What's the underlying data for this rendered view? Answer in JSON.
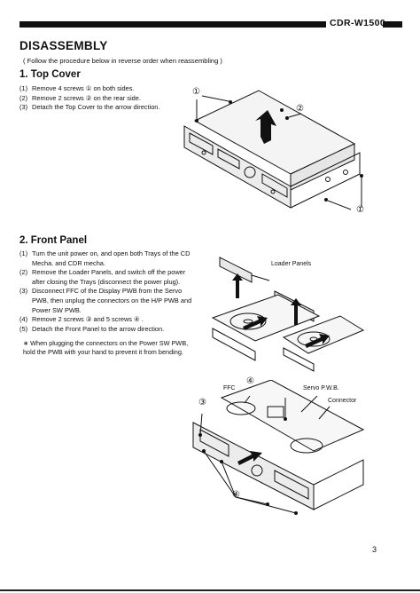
{
  "header": {
    "model": "CDR-W1500"
  },
  "title": "DISASSEMBLY",
  "note": "( Follow the procedure below in reverse order when reassembling )",
  "top_cover": {
    "heading": "1. Top Cover",
    "steps": [
      {
        "num": "(1)",
        "text": "Remove 4 screws ① on both sides."
      },
      {
        "num": "(2)",
        "text": "Remove 2 screws ② on the rear side."
      },
      {
        "num": "(3)",
        "text": "Detach the Top Cover to the arrow direction."
      }
    ],
    "callouts": {
      "screw1": "①",
      "screw2": "②"
    }
  },
  "front_panel": {
    "heading": "2. Front Panel",
    "steps": [
      {
        "num": "(1)",
        "text": "Turn the unit power on, and open both Trays of the CD Mecha. and CDR mecha."
      },
      {
        "num": "(2)",
        "text": "Remove the Loader Panels, and switch off the power after closing the Trays (disconnect the power plug)."
      },
      {
        "num": "(3)",
        "text": "Disconnect FFC of the Display PWB from the Servo PWB, then unplug the connectors on the H/P PWB and Power SW PWB."
      },
      {
        "num": "(4)",
        "text": "Remove 2 screws ③ and 5 screws ④ ."
      },
      {
        "num": "(5)",
        "text": "Detach the Front Panel to the arrow direction."
      }
    ],
    "bullet": "When plugging the connectors on the Power SW PWB, hold the PWB with your hand to prevent it from bending.",
    "labels": {
      "loader_panels": "Loader Panels",
      "ffc": "FFC",
      "servo": "Servo P.W.B.",
      "connector": "Connector",
      "screw3": "③",
      "screw4": "④"
    }
  },
  "page_number": "3"
}
